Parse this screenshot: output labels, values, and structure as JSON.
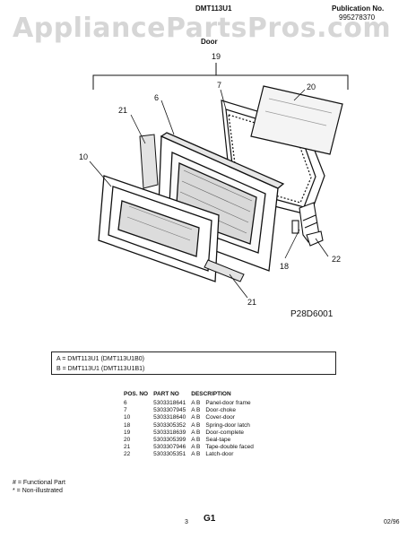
{
  "watermark": "AppliancePartsPros.com",
  "header": {
    "model": "DMT113U1",
    "section": "Door",
    "publication_label": "Publication No.",
    "publication_number": "995278370"
  },
  "diagram": {
    "code": "P28D6001",
    "callouts": {
      "c19": "19",
      "c7": "7",
      "c20": "20",
      "c6": "6",
      "c21a": "21",
      "c10": "10",
      "c18": "18",
      "c22": "22",
      "c21b": "21"
    }
  },
  "legend": {
    "line_a": "A = DMT113U1 (DMT113U1B0)",
    "line_b": "B = DMT113U1 (DMT113U1B1)"
  },
  "parts_table": {
    "headers": [
      "POS. NO",
      "PART NO",
      "DESCRIPTION"
    ],
    "rows": [
      {
        "pos": "6",
        "part": "5303318641",
        "models": "A  B",
        "desc": "Panel-door frame"
      },
      {
        "pos": "7",
        "part": "5303307945",
        "models": "A  B",
        "desc": "Door-choke"
      },
      {
        "pos": "10",
        "part": "5303318640",
        "models": "A  B",
        "desc": "Cover-door"
      },
      {
        "pos": "18",
        "part": "5303305352",
        "models": "A  B",
        "desc": "Spring-door latch"
      },
      {
        "pos": "19",
        "part": "5303318639",
        "models": "A  B",
        "desc": "Door-complete"
      },
      {
        "pos": "20",
        "part": "5303305399",
        "models": "A  B",
        "desc": "Seal-tape"
      },
      {
        "pos": "21",
        "part": "5303307946",
        "models": "A  B",
        "desc": "Tape-double faced"
      },
      {
        "pos": "22",
        "part": "5303305351",
        "models": "A  B",
        "desc": "Latch-door"
      }
    ]
  },
  "footnotes": {
    "functional": "# = Functional Part",
    "non_illustrated": "* = Non-illustrated"
  },
  "footer": {
    "page": "3",
    "figure": "G1",
    "date": "02/96"
  }
}
